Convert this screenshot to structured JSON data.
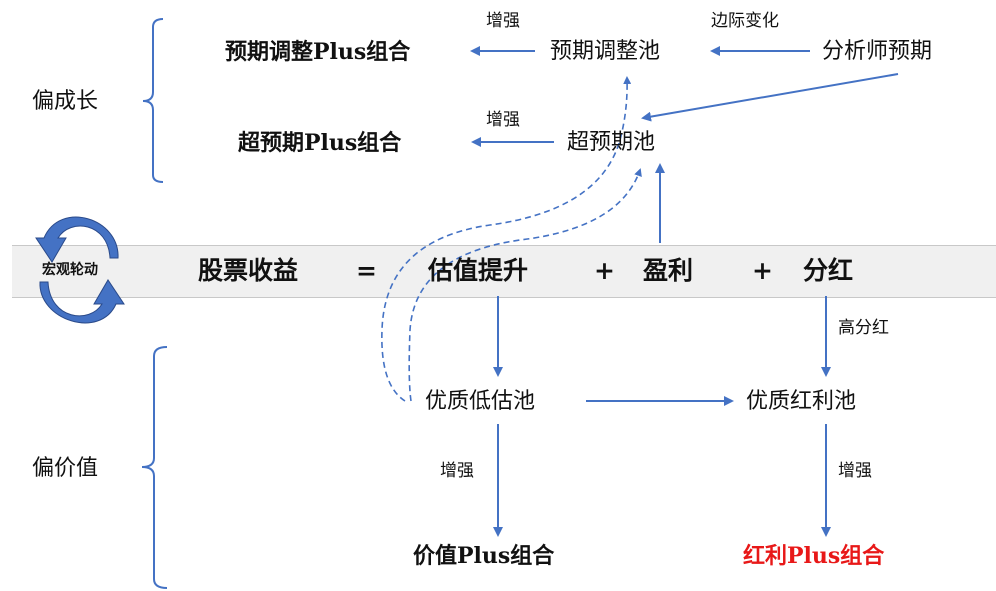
{
  "colors": {
    "arrow": "#4472c4",
    "band": "#f0f0f0",
    "highlight": "#e81818",
    "cycle_fill": "#3d6ec4",
    "cycle_stroke": "#2a4a8a"
  },
  "categories": {
    "growth": "偏成长",
    "value": "偏价值"
  },
  "macro": {
    "label": "宏观轮动",
    "icon": "cycle-arrows-icon"
  },
  "equation": {
    "lhs": "股票收益",
    "eq": "=",
    "term1": "估值提升",
    "plus1": "+",
    "term2": "盈利",
    "plus2": "+",
    "term3": "分红"
  },
  "nodes": {
    "expect_adjust_plus": "预期调整Plus组合",
    "expect_adjust_pool": "预期调整池",
    "analyst_expect": "分析师预期",
    "beyond_expect_plus": "超预期Plus组合",
    "beyond_expect_pool": "超预期池",
    "quality_low_val_pool": "优质低估池",
    "quality_dividend_pool": "优质红利池",
    "value_plus": "价值Plus组合",
    "dividend_plus": "红利Plus组合"
  },
  "edge_labels": {
    "enhance_top": "增强",
    "marginal_change": "边际变化",
    "enhance_mid": "增强",
    "high_dividend": "高分红",
    "enhance_left": "增强",
    "enhance_right": "增强"
  }
}
